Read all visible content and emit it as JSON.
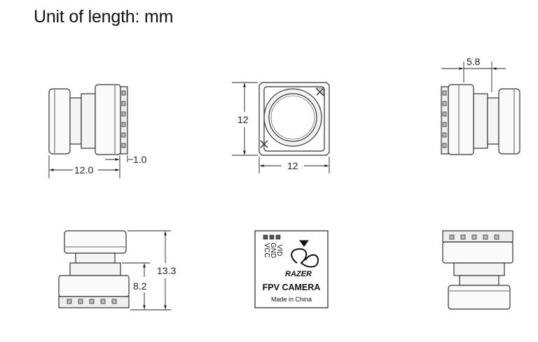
{
  "title": "Unit of length: mm",
  "dimensions": {
    "side_length": "12.0",
    "side_offset": "1.0",
    "front_height": "12",
    "front_width": "12",
    "rear_depth": "5.8",
    "bottom_height_total": "13.3",
    "bottom_height_lens": "8.2"
  },
  "label": {
    "pins": [
      "VID",
      "GND",
      "VCC"
    ],
    "brand": "RAZER",
    "product": "FPV CAMERA",
    "origin": "Made in China"
  }
}
